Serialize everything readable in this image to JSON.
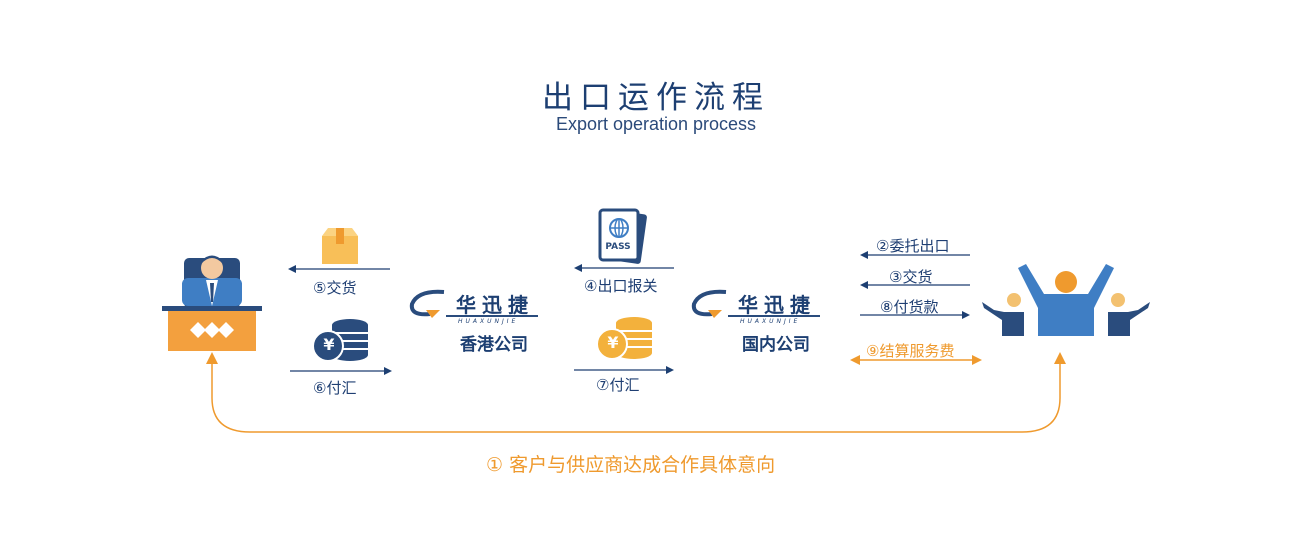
{
  "title": "出口运作流程",
  "subtitle": "Export operation process",
  "hk_company": {
    "logo_text": "华迅捷",
    "logo_sub": "HUAXUNJIE",
    "name": "香港公司"
  },
  "domestic_company": {
    "logo_text": "华迅捷",
    "logo_sub": "HUAXUNJIE",
    "name": "国内公司"
  },
  "steps": {
    "s1": "① 客户与供应商达成合作具体意向",
    "s2": "②委托出口",
    "s3": "③交货",
    "s4": "④出口报关",
    "s5": "⑤交货",
    "s6": "⑥付汇",
    "s7": "⑦付汇",
    "s8": "⑧付货款",
    "s9": "⑨结算服务费"
  },
  "icons": {
    "buyer": "businessman-at-desk-icon",
    "box": "package-box-icon",
    "coins": "coin-stack-icon",
    "passport": "passport-icon",
    "clients": "people-group-icon"
  },
  "passport_text": "PASS",
  "currency_symbol": "¥",
  "colors": {
    "navy": "#1d3f72",
    "orange": "#ef9a2e",
    "blue": "#2b6fb5",
    "gold": "#f3b13c"
  }
}
